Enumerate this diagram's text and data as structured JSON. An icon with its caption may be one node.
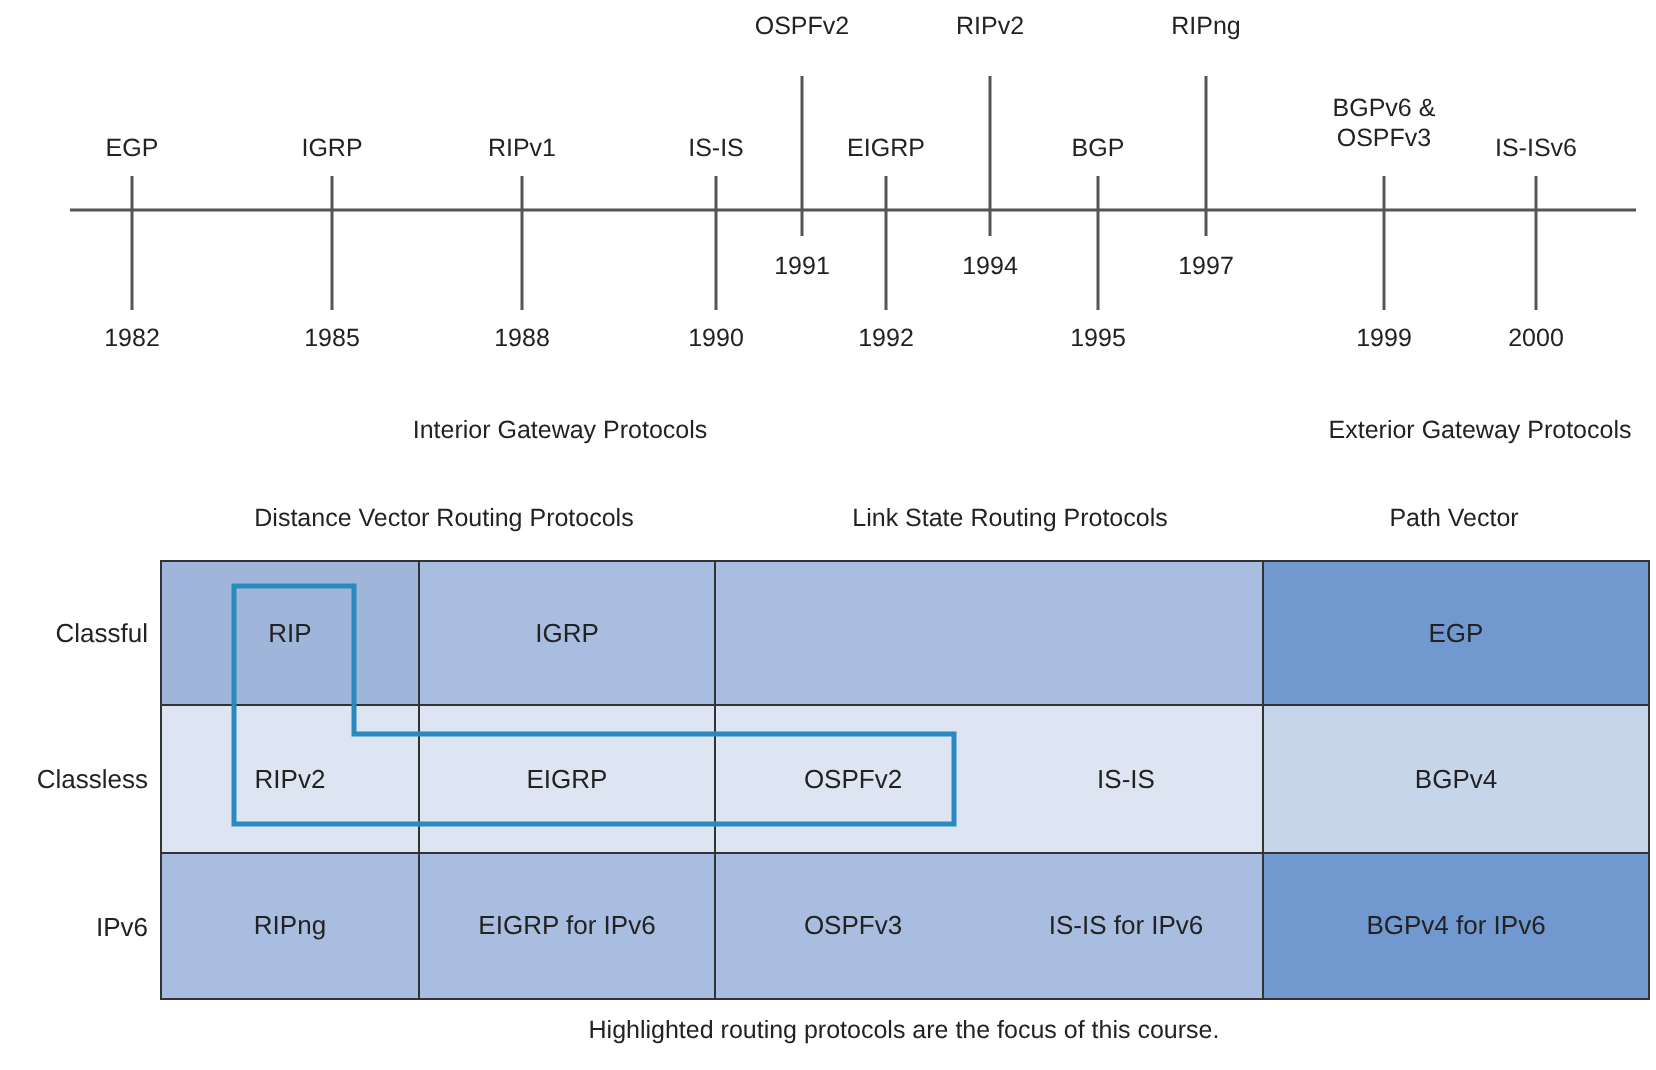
{
  "diagram": {
    "caption": "Highlighted routing protocols are the focus of this course.",
    "labels": [
      "EGP",
      "1982",
      "IGRP",
      "1985",
      "RIPv1",
      "1988",
      "IS-IS",
      "1990",
      "OSPFv2",
      "1991",
      "EIGRP",
      "1992",
      "RIPv2",
      "1994",
      "BGP",
      "1995",
      "RIPng",
      "1997",
      "BGPv6 & OSPFv3",
      "1999",
      "IS-ISv6",
      "2000",
      "Interior Gateway Protocols",
      "Exterior Gateway Protocols",
      "Distance Vector Routing Protocols",
      "Link State Routing Protocols",
      "Path Vector",
      "Classful",
      "RIP",
      "IGRP",
      "EGP",
      "Classless",
      "RIPv2",
      "EIGRP",
      "OSPFv2",
      "IS-IS",
      "BGPv4",
      "IPv6",
      "RIPng",
      "EIGRP for IPv6",
      "OSPFv3",
      "IS-IS for IPv6",
      "BGPv4 for IPv6"
    ]
  }
}
